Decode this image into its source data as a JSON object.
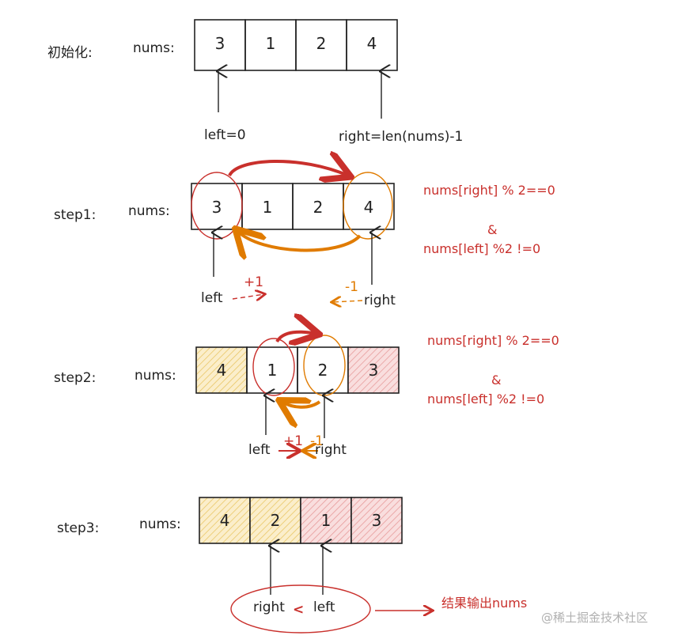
{
  "steps": {
    "init": {
      "label": "初始化:",
      "nums_label": "nums:",
      "cells": [
        "3",
        "1",
        "2",
        "4"
      ],
      "left_label": "left=0",
      "right_label": "right=len(nums)-1"
    },
    "step1": {
      "label": "step1:",
      "nums_label": "nums:",
      "cells": [
        "3",
        "1",
        "2",
        "4"
      ],
      "left_label": "left",
      "right_label": "right",
      "plus": "+1",
      "minus": "-1",
      "cond1": "nums[right] % 2==0",
      "amp": "&",
      "cond2": "nums[left] %2 !=0"
    },
    "step2": {
      "label": "step2:",
      "nums_label": "nums:",
      "cells": [
        "4",
        "1",
        "2",
        "3"
      ],
      "left_label": "left",
      "right_label": "right",
      "plus": "+1",
      "minus": "-1",
      "cond1": "nums[right] % 2==0",
      "amp": "&",
      "cond2": "nums[left] %2 !=0"
    },
    "step3": {
      "label": "step3:",
      "nums_label": "nums:",
      "cells": [
        "4",
        "2",
        "1",
        "3"
      ],
      "right_label": "right",
      "lt": "<",
      "left_label": "left",
      "result": "结果输出nums"
    }
  },
  "watermark": "@稀土掘金技术社区",
  "colors": {
    "red": "#c9302c",
    "orange": "#e07b00",
    "yellow_fill": "#f6e3a8",
    "pink_fill": "#f4c9c9"
  }
}
